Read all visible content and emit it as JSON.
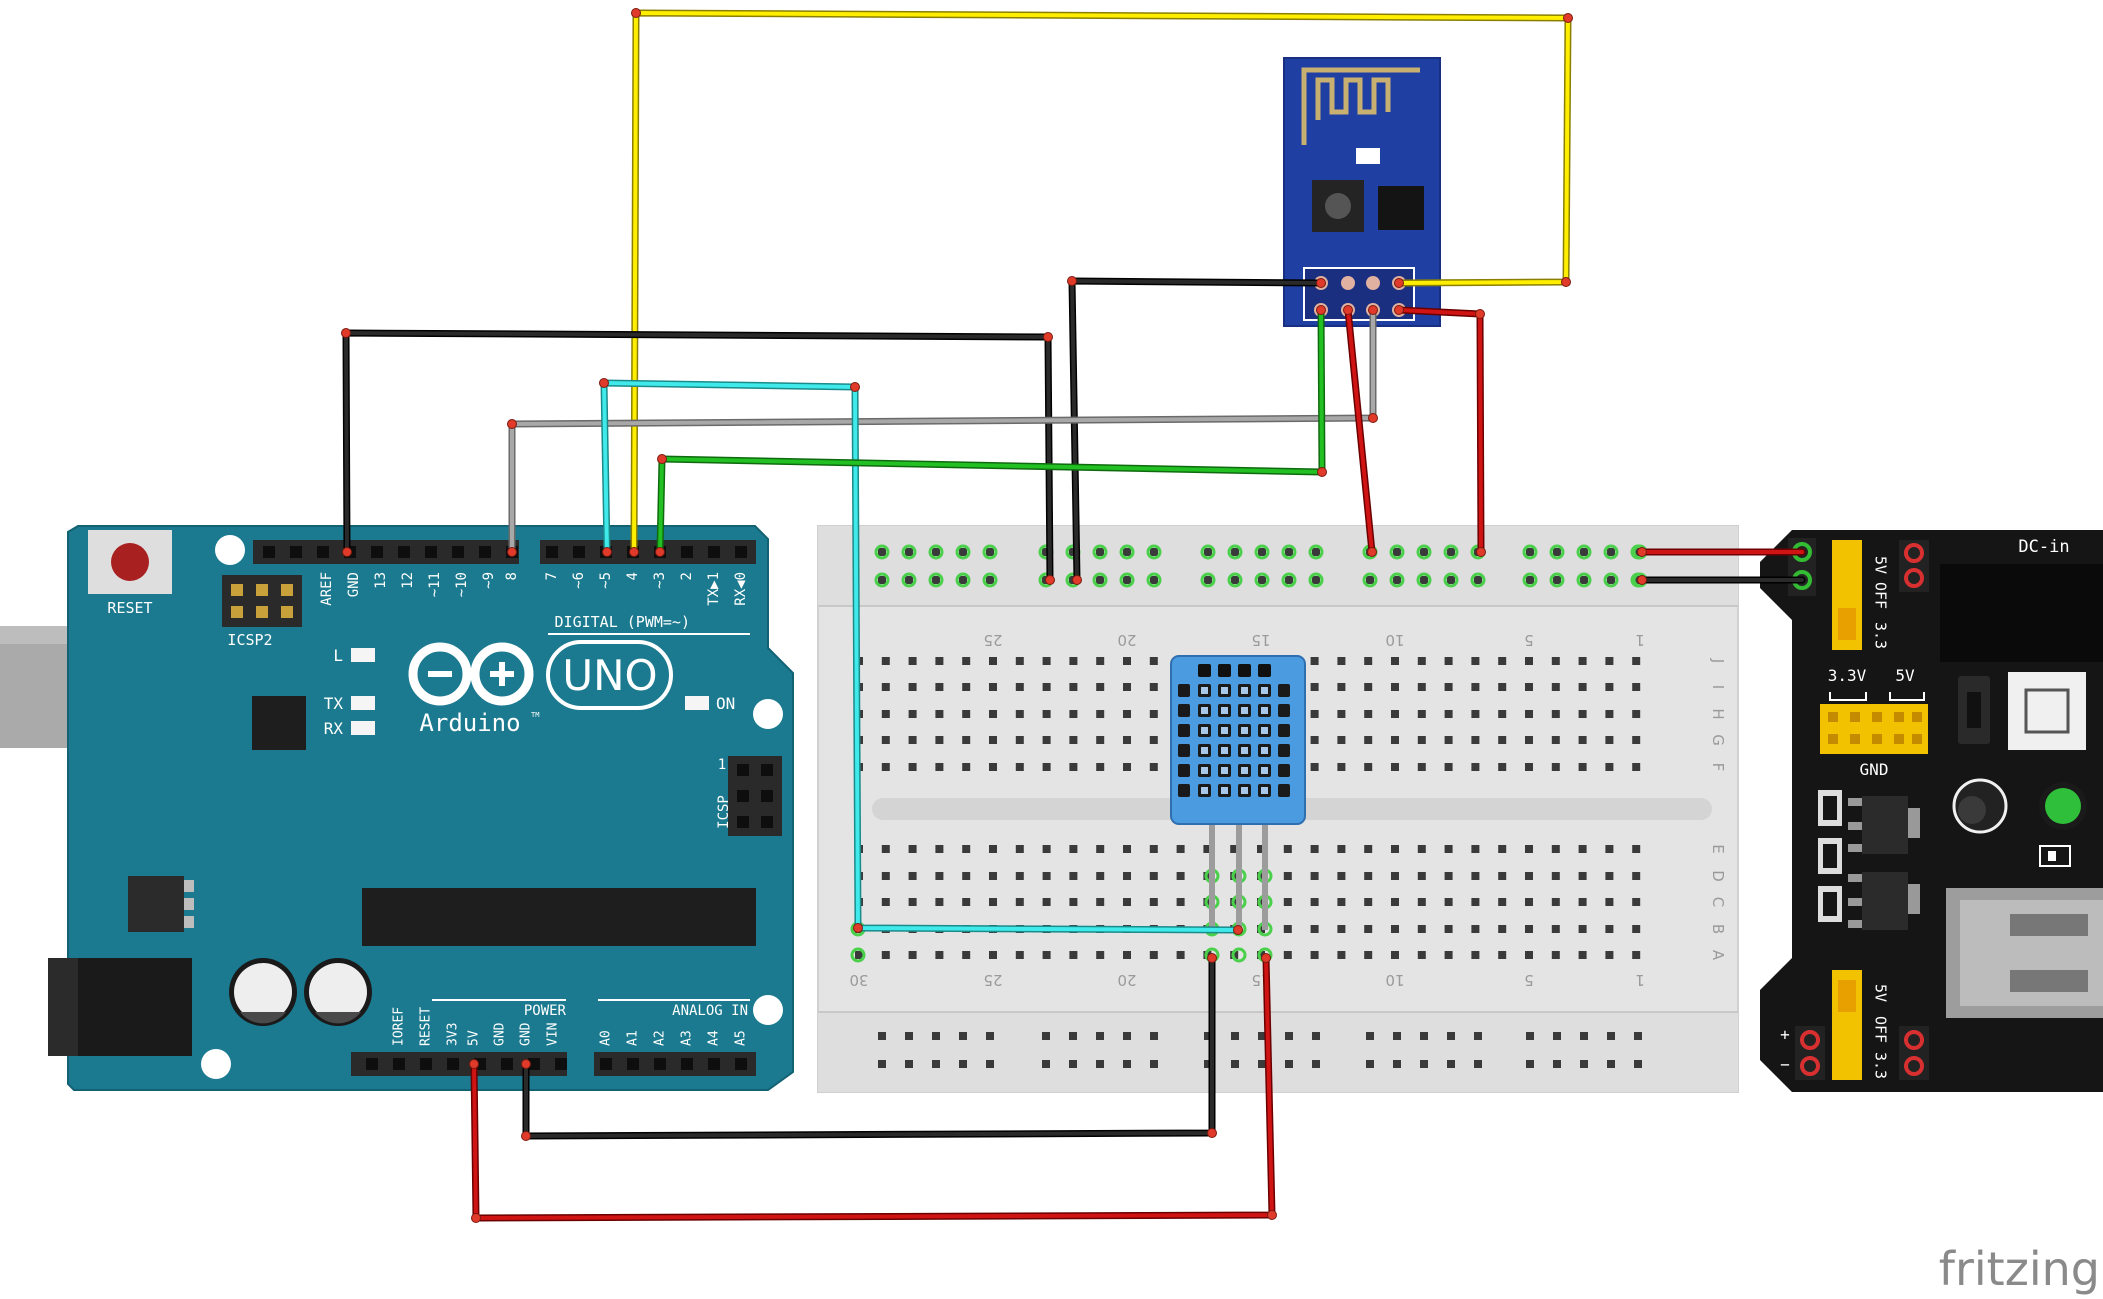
{
  "arduino": {
    "reset_label": "RESET",
    "icsp2_label": "ICSP2",
    "icsp_label": "ICSP",
    "icsp_pin1": "1",
    "l_label": "L",
    "tx_label": "TX",
    "rx_label": "RX",
    "on_label": "ON",
    "uno_label": "UNO",
    "brand": "Arduino",
    "tm": "TM",
    "digital_label": "DIGITAL (PWM=~)",
    "power_label": "POWER",
    "analog_label": "ANALOG IN",
    "top_header_labels": [
      "AREF",
      "GND",
      "13",
      "12",
      "~11",
      "~10",
      "~9",
      "8",
      "7",
      "~6",
      "~5",
      "4",
      "~3",
      "2",
      "TX▶1",
      "RX◀0"
    ],
    "power_header_labels": [
      "IOREF",
      "RESET",
      "3V3",
      "5V",
      "GND",
      "GND",
      "VIN"
    ],
    "analog_header_labels": [
      "A0",
      "A1",
      "A2",
      "A3",
      "A4",
      "A5"
    ]
  },
  "breadboard": {
    "column_numbers": [
      "30",
      "25",
      "20",
      "15",
      "10",
      "5",
      "1"
    ],
    "row_letters_top": [
      "J",
      "I",
      "H",
      "G",
      "F"
    ],
    "row_letters_bottom": [
      "E",
      "D",
      "C",
      "B",
      "A"
    ]
  },
  "power_module": {
    "dc_in_label": "DC-in",
    "label_5v_top": "5V",
    "label_off_top": "OFF",
    "label_33_top": "3.3",
    "label_33v": "3.3V",
    "label_5v": "5V",
    "gnd_label": "GND",
    "label_5v_bottom": "5V",
    "label_off_bottom": "OFF",
    "label_33_bottom": "3.3",
    "plus": "+",
    "minus": "−"
  },
  "watermark": "fritzing",
  "colors": {
    "arduino_board": "#1b7a8f",
    "breadboard": "#e4e4e4",
    "esp_board": "#1f3fa3",
    "dht_body": "#4a9be0",
    "power_board": "#151515",
    "wire_red": "#cc1111",
    "wire_black": "#222222",
    "wire_yellow": "#ffee00",
    "wire_green": "#22bb22",
    "wire_cyan": "#33e0e0",
    "wire_gray": "#999999"
  }
}
